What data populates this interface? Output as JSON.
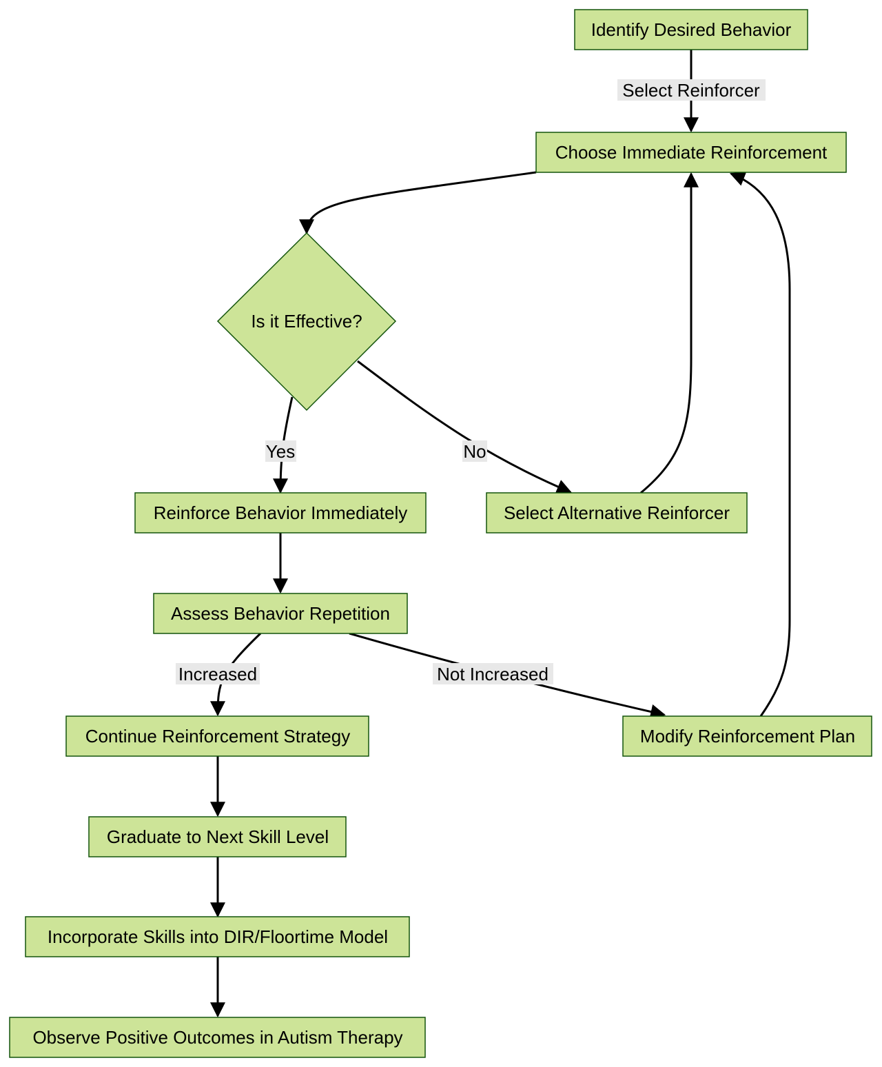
{
  "diagram": {
    "colors": {
      "node_fill": "#cde498",
      "node_stroke": "#13540c",
      "edge": "#000000",
      "label_bg": "#e8e8e8"
    },
    "nodes": {
      "identify": {
        "label": "Identify Desired Behavior",
        "shape": "rect"
      },
      "choose": {
        "label": "Choose Immediate Reinforcement",
        "shape": "rect"
      },
      "effective": {
        "label": "Is it Effective?",
        "shape": "diamond"
      },
      "reinforce": {
        "label": "Reinforce Behavior Immediately",
        "shape": "rect"
      },
      "alternative": {
        "label": "Select Alternative Reinforcer",
        "shape": "rect"
      },
      "assess": {
        "label": "Assess Behavior Repetition",
        "shape": "rect"
      },
      "continue": {
        "label": "Continue Reinforcement Strategy",
        "shape": "rect"
      },
      "modify": {
        "label": "Modify Reinforcement Plan",
        "shape": "rect"
      },
      "graduate": {
        "label": "Graduate to Next Skill Level",
        "shape": "rect"
      },
      "incorporate": {
        "label": "Incorporate Skills into DIR/Floortime Model",
        "shape": "rect"
      },
      "observe": {
        "label": "Observe Positive Outcomes in Autism Therapy",
        "shape": "rect"
      }
    },
    "edges": [
      {
        "from": "identify",
        "to": "choose",
        "label": "Select Reinforcer"
      },
      {
        "from": "choose",
        "to": "effective",
        "label": ""
      },
      {
        "from": "effective",
        "to": "reinforce",
        "label": "Yes"
      },
      {
        "from": "effective",
        "to": "alternative",
        "label": "No"
      },
      {
        "from": "alternative",
        "to": "choose",
        "label": ""
      },
      {
        "from": "reinforce",
        "to": "assess",
        "label": ""
      },
      {
        "from": "assess",
        "to": "continue",
        "label": "Increased"
      },
      {
        "from": "assess",
        "to": "modify",
        "label": "Not Increased"
      },
      {
        "from": "modify",
        "to": "choose",
        "label": ""
      },
      {
        "from": "continue",
        "to": "graduate",
        "label": ""
      },
      {
        "from": "graduate",
        "to": "incorporate",
        "label": ""
      },
      {
        "from": "incorporate",
        "to": "observe",
        "label": ""
      }
    ]
  }
}
